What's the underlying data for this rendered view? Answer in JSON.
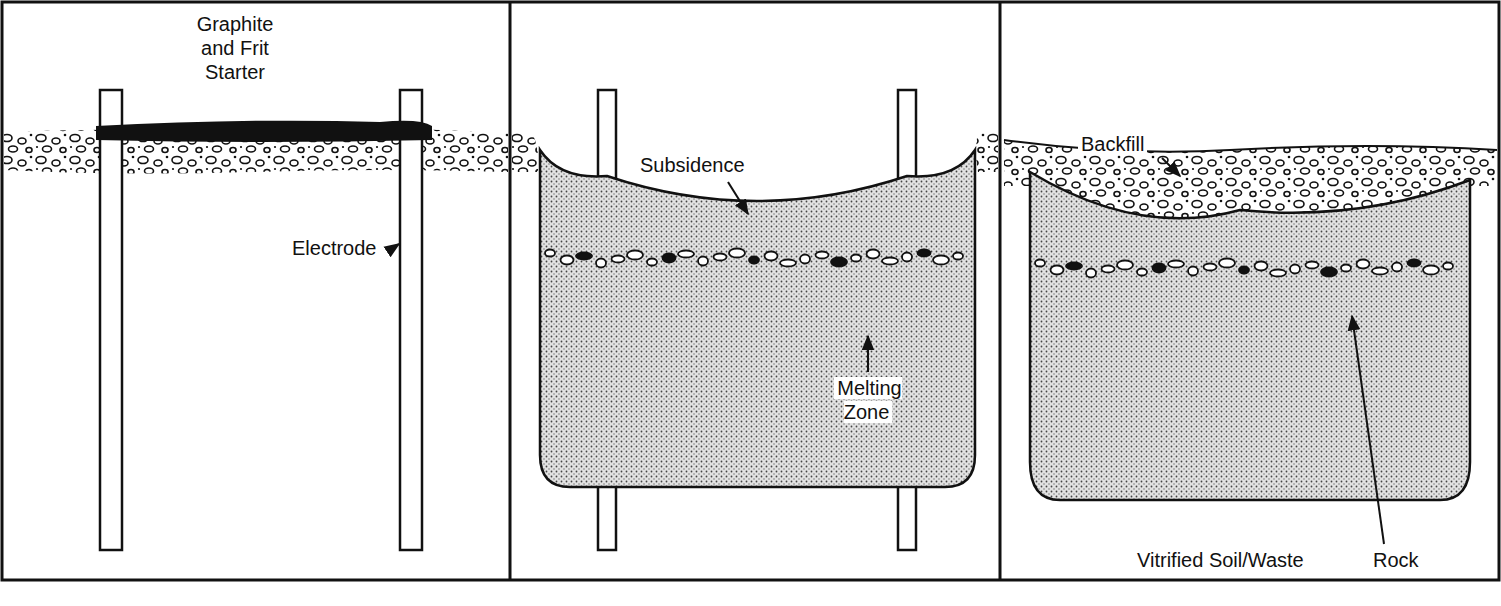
{
  "diagram": {
    "labels": [
      "Graphite and Frit Starter",
      "Electrode",
      "Subsidence",
      "Melting Zone",
      "Backfill",
      "Vitrified Soil/Waste",
      "Rock"
    ]
  }
}
